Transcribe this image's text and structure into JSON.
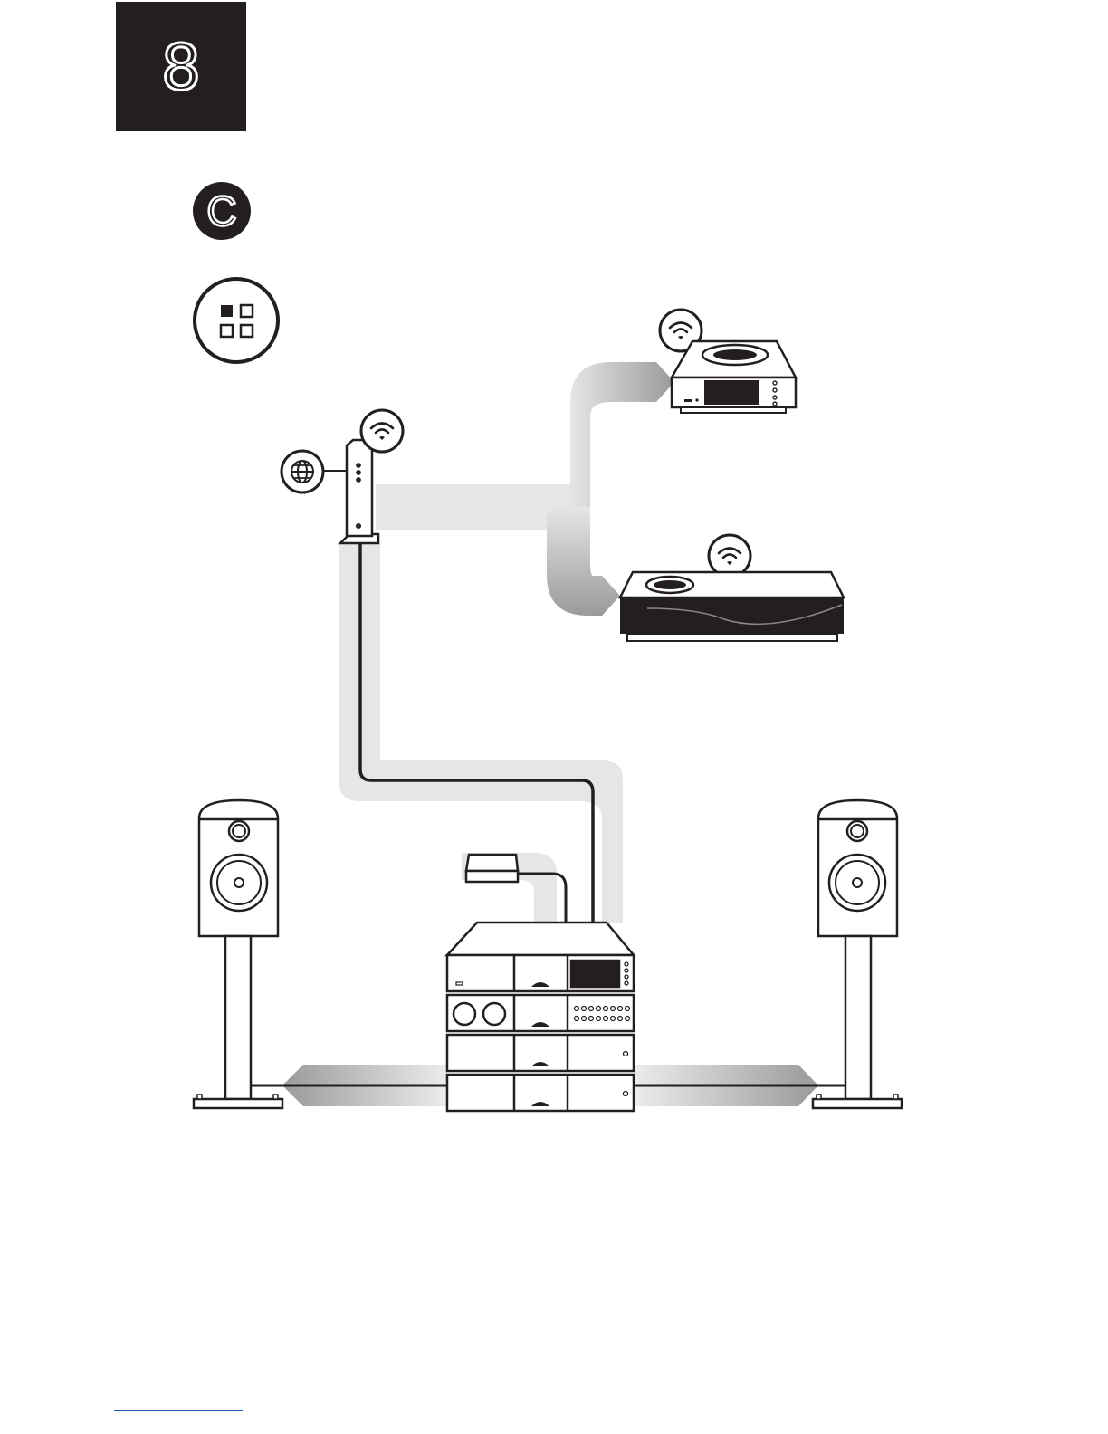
{
  "step": {
    "number": "8"
  },
  "badge": {
    "letter": "C"
  },
  "icons": {
    "app": "app-grid-icon",
    "wifi": "wifi-icon",
    "internet": "globe-icon"
  },
  "devices": {
    "router": "router",
    "uniti_atom": "streaming-amplifier",
    "mu_so": "wireless-speaker",
    "stack": "hifi-component-stack",
    "psu": "power-supply",
    "left_speaker": "left-speaker",
    "right_speaker": "right-speaker"
  },
  "colors": {
    "dark": "#231f20",
    "path_light": "#e6e6e6",
    "path_dark": "#9a9a9a",
    "link": "#1f5fbf"
  }
}
